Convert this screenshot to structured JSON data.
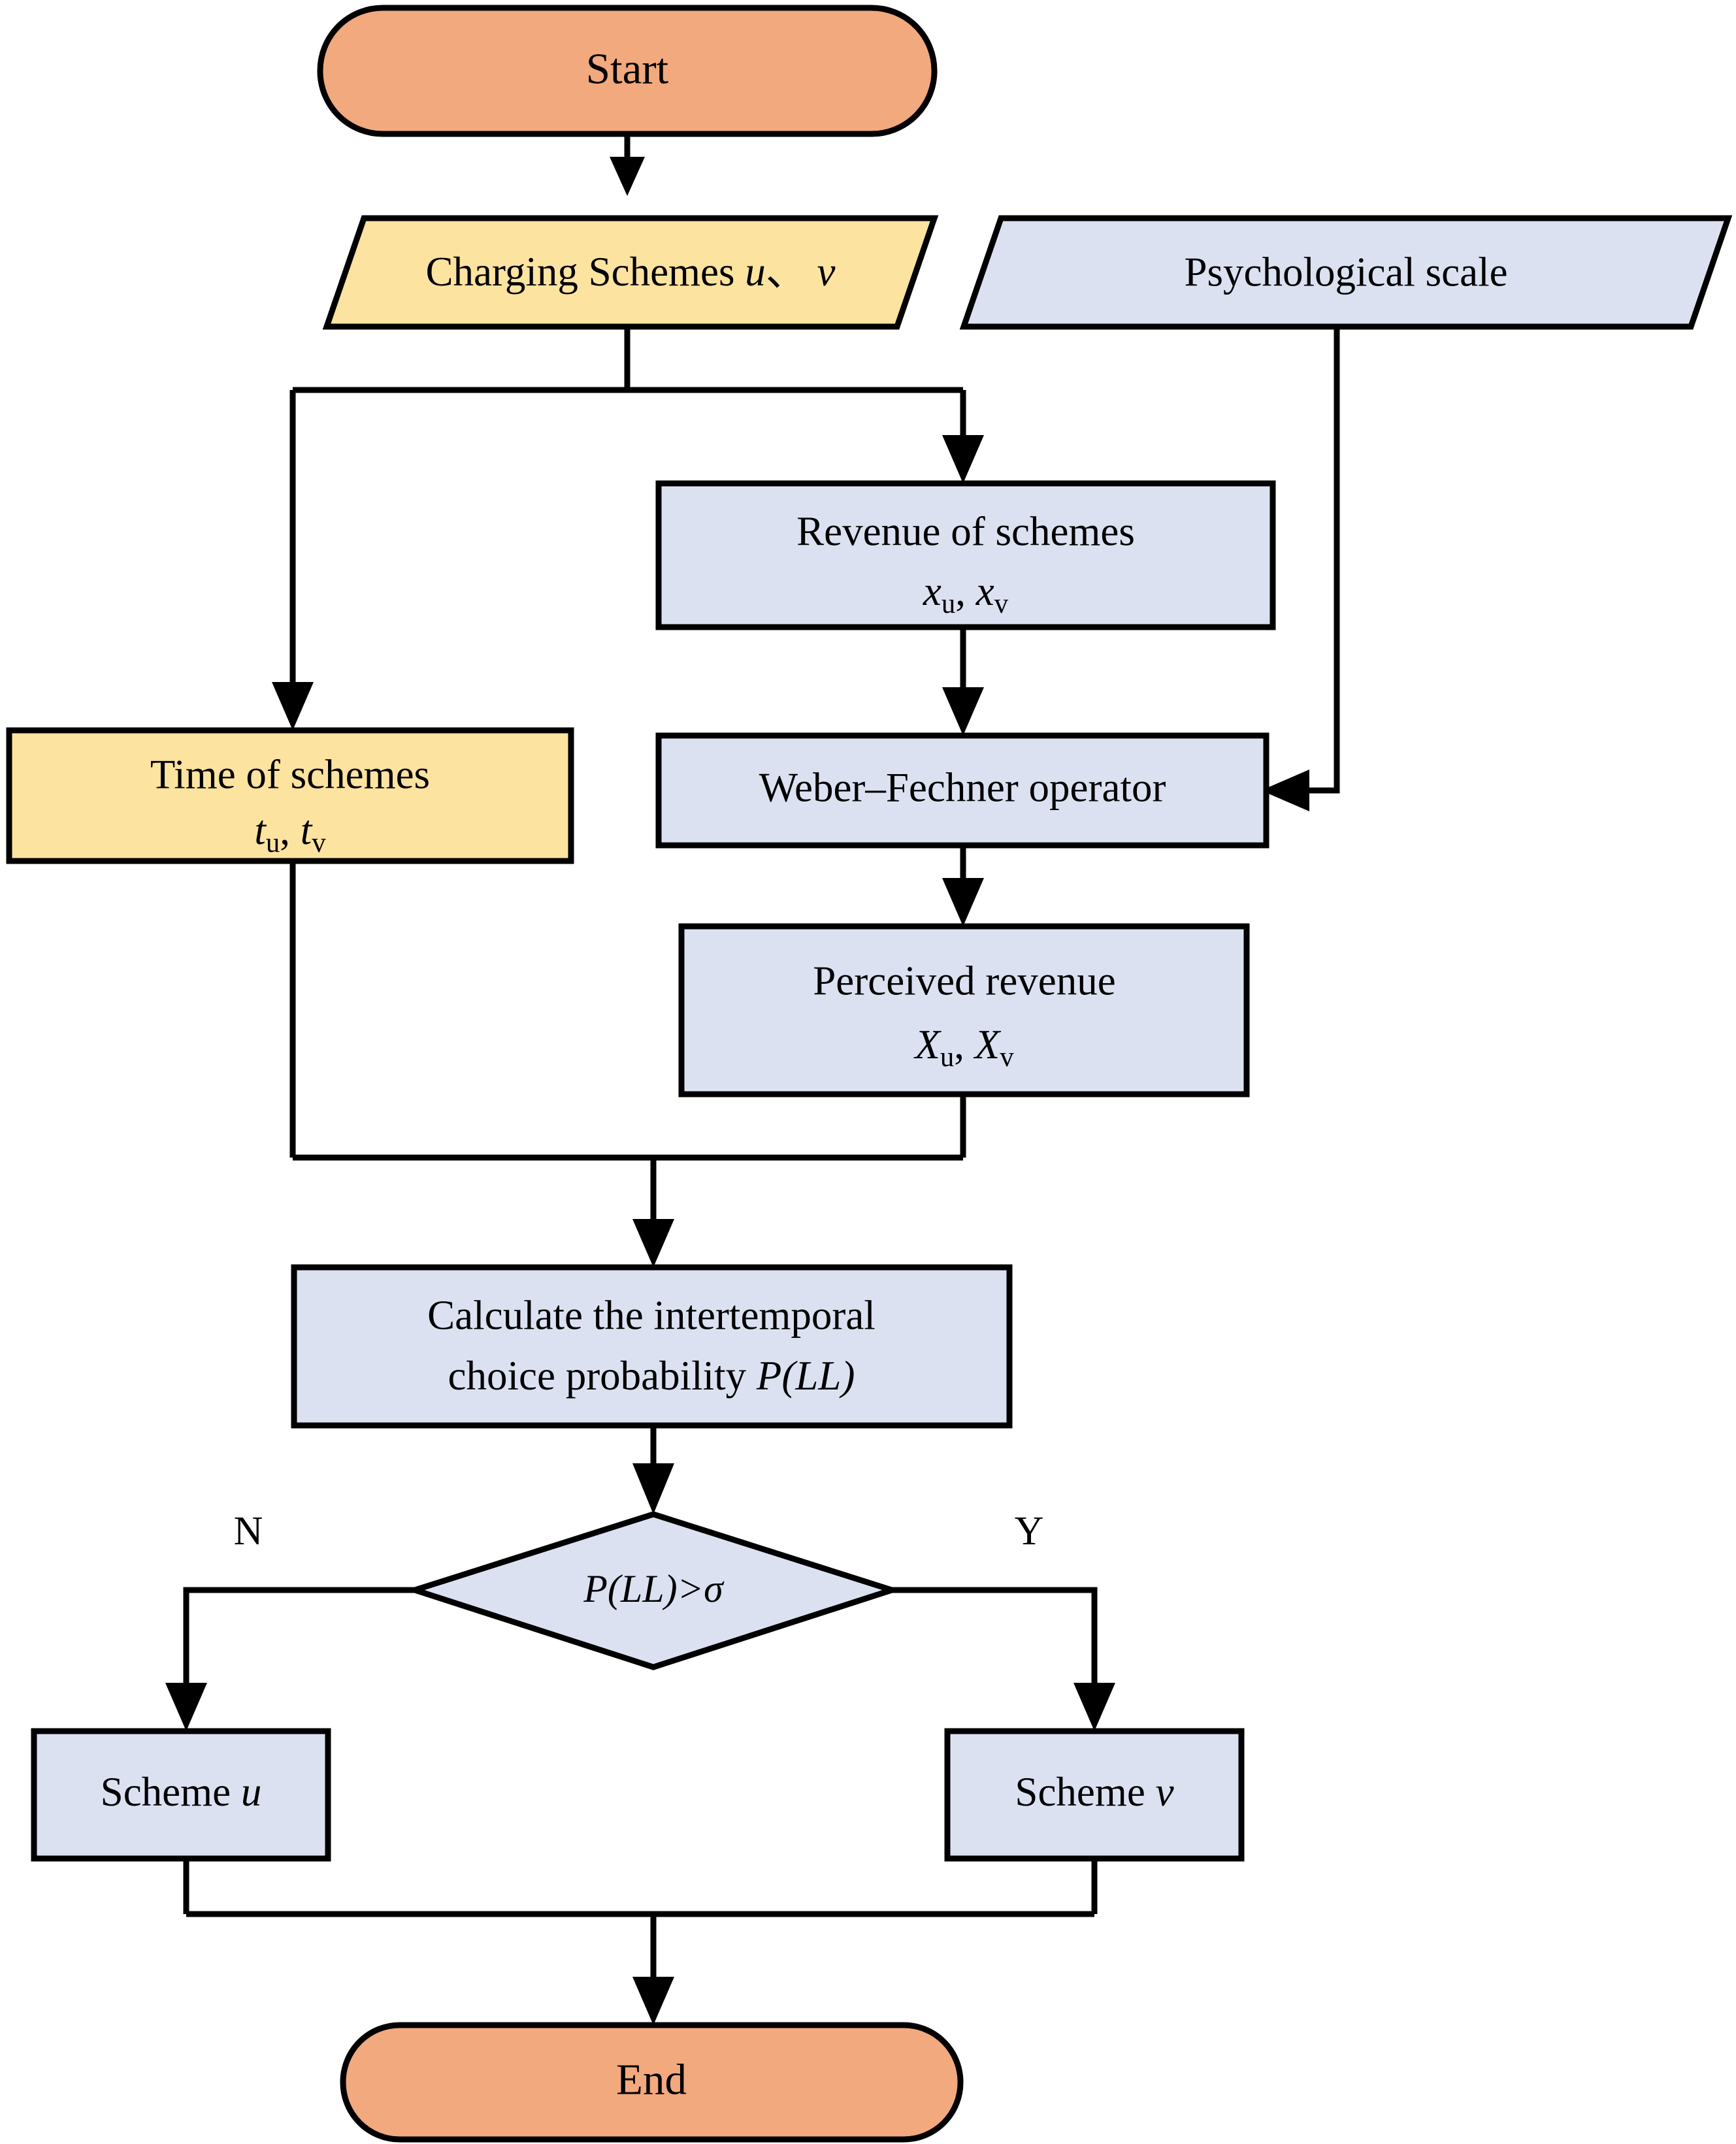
{
  "diagram": {
    "title": "Intertemporal choice charging scheme selection flowchart",
    "type": "flowchart",
    "colors": {
      "terminal_fill": "#F2A97E",
      "input_fill": "#FCE3A0",
      "process_fill": "#DCE1F2",
      "stroke": "#000000",
      "background": "#FFFFFF"
    },
    "nodes": [
      {
        "id": "start",
        "shape": "stadium",
        "label": "Start",
        "fill_key": "terminal_fill"
      },
      {
        "id": "charging-schemes",
        "shape": "parallelogram",
        "label_main": "Charging Schemes",
        "label_var_1": "u",
        "label_sep": "、",
        "label_var_2": "v",
        "fill_key": "input_fill"
      },
      {
        "id": "psychological-scale",
        "shape": "parallelogram",
        "label": "Psychological scale",
        "fill_key": "process_fill"
      },
      {
        "id": "revenue-of-schemes",
        "shape": "rectangle",
        "line1": "Revenue of schemes",
        "var_base": "x",
        "sub_1": "u",
        "sub_2": "v",
        "comma": ",",
        "fill_key": "process_fill"
      },
      {
        "id": "time-of-schemes",
        "shape": "rectangle",
        "line1": "Time of schemes",
        "var_base": "t",
        "sub_1": "u",
        "sub_2": "v",
        "comma": ",",
        "fill_key": "input_fill"
      },
      {
        "id": "weber-fechner-operator",
        "shape": "rectangle",
        "label": "Weber–Fechner operator",
        "fill_key": "process_fill"
      },
      {
        "id": "perceived-revenue",
        "shape": "rectangle",
        "line1": "Perceived revenue",
        "var_base": "X",
        "sub_1": "u",
        "sub_2": "v",
        "comma": ",",
        "fill_key": "process_fill"
      },
      {
        "id": "calculate-probability",
        "shape": "rectangle",
        "line1": "Calculate the intertemporal",
        "line2_text": "choice probability",
        "line2_var": "P(LL)",
        "fill_key": "process_fill"
      },
      {
        "id": "decision",
        "shape": "diamond",
        "label": "P(LL)>σ",
        "fill_key": "process_fill"
      },
      {
        "id": "scheme-u",
        "shape": "rectangle",
        "label_text": "Scheme",
        "label_var": "u",
        "fill_key": "process_fill"
      },
      {
        "id": "scheme-v",
        "shape": "rectangle",
        "label_text": "Scheme",
        "label_var": "v",
        "fill_key": "process_fill"
      },
      {
        "id": "end",
        "shape": "stadium",
        "label": "End",
        "fill_key": "terminal_fill"
      }
    ],
    "branch_labels": {
      "no": "N",
      "yes": "Y"
    },
    "edges": [
      {
        "from": "start",
        "to": "charging-schemes"
      },
      {
        "from": "charging-schemes",
        "to": "time-of-schemes"
      },
      {
        "from": "charging-schemes",
        "to": "revenue-of-schemes"
      },
      {
        "from": "psychological-scale",
        "to": "weber-fechner-operator"
      },
      {
        "from": "revenue-of-schemes",
        "to": "weber-fechner-operator"
      },
      {
        "from": "weber-fechner-operator",
        "to": "perceived-revenue"
      },
      {
        "from": "time-of-schemes",
        "to": "calculate-probability"
      },
      {
        "from": "perceived-revenue",
        "to": "calculate-probability"
      },
      {
        "from": "calculate-probability",
        "to": "decision"
      },
      {
        "from": "decision",
        "to": "scheme-u",
        "label": "N"
      },
      {
        "from": "decision",
        "to": "scheme-v",
        "label": "Y"
      },
      {
        "from": "scheme-u",
        "to": "end"
      },
      {
        "from": "scheme-v",
        "to": "end"
      }
    ]
  }
}
